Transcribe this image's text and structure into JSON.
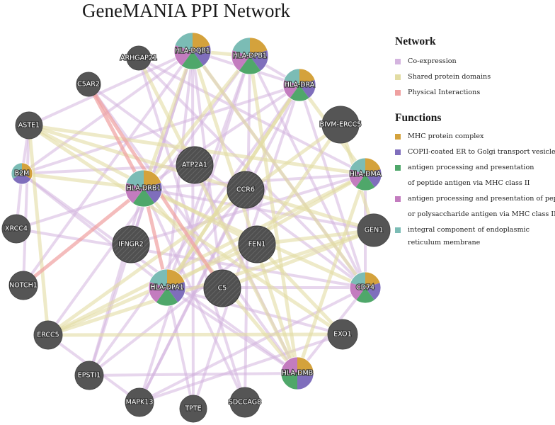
{
  "title": "GeneMANIA PPI Network",
  "colors": {
    "coexpression": "#d4b4df",
    "shared_domains": "#e2dca3",
    "physical": "#efa0a0",
    "mhc": "#d4a23c",
    "copii": "#7f6ebc",
    "antigen_peptide": "#4fa76a",
    "antigen_polysac": "#c37cbf",
    "er_membrane": "#7bbcb5",
    "node_gray": "#555555"
  },
  "legend": {
    "network_title": "Network",
    "network_items": [
      {
        "label": "Co-expression",
        "color": "#d4b4df"
      },
      {
        "label": "Shared protein domains",
        "color": "#e2dca3"
      },
      {
        "label": "Physical Interactions",
        "color": "#efa0a0"
      }
    ],
    "functions_title": "Functions",
    "function_items": [
      {
        "label": "MHC protein complex",
        "color": "#d4a23c"
      },
      {
        "label": "COPII-coated ER to Golgi transport vesicle",
        "color": "#7f6ebc"
      },
      {
        "label": "antigen processing and presentation",
        "color": "#4fa76a",
        "cont": "of peptide antigen via MHC class II"
      },
      {
        "label": "antigen processing and presentation of peptide",
        "color": "#c37cbf",
        "cont": "or polysaccharide antigen via MHC class II"
      },
      {
        "label": "integral component of endoplasmic",
        "color": "#7bbcb5",
        "cont": "reticulum membrane"
      }
    ]
  },
  "nodes": [
    {
      "id": "HLA-DQB1",
      "label": "HLA-DQB1",
      "query": false,
      "funcs": [
        "mhc",
        "copii",
        "antigen_peptide",
        "antigen_polysac",
        "er_membrane"
      ]
    },
    {
      "id": "HLA-DPB1",
      "label": "HLA-DPB1",
      "query": false,
      "funcs": [
        "mhc",
        "copii",
        "antigen_peptide",
        "antigen_polysac",
        "er_membrane"
      ]
    },
    {
      "id": "HLA-DRA",
      "label": "HLA-DRA",
      "query": false,
      "funcs": [
        "mhc",
        "copii",
        "antigen_peptide",
        "antigen_polysac",
        "er_membrane"
      ]
    },
    {
      "id": "ARHGAP21",
      "label": "ARHGAP21",
      "query": false,
      "funcs": []
    },
    {
      "id": "C5AR2",
      "label": "C5AR2",
      "query": false,
      "funcs": []
    },
    {
      "id": "BIVM-ERCC5",
      "label": "BIVM-ERCC5",
      "query": false,
      "funcs": []
    },
    {
      "id": "ASTE1",
      "label": "ASTE1",
      "query": false,
      "funcs": []
    },
    {
      "id": "ATP2A1",
      "label": "ATP2A1",
      "query": true,
      "funcs": []
    },
    {
      "id": "B2M",
      "label": "B2M",
      "query": false,
      "funcs": [
        "mhc",
        "copii",
        "er_membrane"
      ]
    },
    {
      "id": "HLA-DRB1",
      "label": "HLA-DRB1",
      "query": false,
      "funcs": [
        "mhc",
        "copii",
        "antigen_peptide",
        "antigen_polysac",
        "er_membrane"
      ]
    },
    {
      "id": "CCR6",
      "label": "CCR6",
      "query": true,
      "funcs": []
    },
    {
      "id": "HLA-DMA",
      "label": "HLA-DMA",
      "query": false,
      "funcs": [
        "mhc",
        "copii",
        "antigen_peptide",
        "antigen_polysac",
        "er_membrane"
      ]
    },
    {
      "id": "XRCC4",
      "label": "XRCC4",
      "query": false,
      "funcs": []
    },
    {
      "id": "GEN1",
      "label": "GEN1",
      "query": false,
      "funcs": []
    },
    {
      "id": "IFNGR2",
      "label": "IFNGR2",
      "query": true,
      "funcs": []
    },
    {
      "id": "FEN1",
      "label": "FEN1",
      "query": true,
      "funcs": []
    },
    {
      "id": "NOTCH1",
      "label": "NOTCH1",
      "query": false,
      "funcs": []
    },
    {
      "id": "HLA-DPA1",
      "label": "HLA-DPA1",
      "query": false,
      "funcs": [
        "mhc",
        "copii",
        "antigen_peptide",
        "antigen_polysac",
        "er_membrane"
      ]
    },
    {
      "id": "C5",
      "label": "C5",
      "query": true,
      "funcs": []
    },
    {
      "id": "CD74",
      "label": "CD74",
      "query": false,
      "funcs": [
        "mhc",
        "copii",
        "antigen_peptide",
        "antigen_polysac",
        "er_membrane"
      ]
    },
    {
      "id": "ERCC5",
      "label": "ERCC5",
      "query": false,
      "funcs": []
    },
    {
      "id": "EXO1",
      "label": "EXO1",
      "query": false,
      "funcs": []
    },
    {
      "id": "EPSTI1",
      "label": "EPSTI1",
      "query": false,
      "funcs": []
    },
    {
      "id": "HLA-DMB",
      "label": "HLA-DMB",
      "query": false,
      "funcs": [
        "mhc",
        "copii",
        "antigen_peptide",
        "antigen_polysac"
      ]
    },
    {
      "id": "MAPK13",
      "label": "MAPK13",
      "query": false,
      "funcs": []
    },
    {
      "id": "TPTE",
      "label": "TPTE",
      "query": false,
      "funcs": []
    },
    {
      "id": "SDCCAG8",
      "label": "SDCCAG8",
      "query": false,
      "funcs": []
    }
  ],
  "edges": {
    "physical": [
      [
        "C5AR2",
        "C5"
      ],
      [
        "NOTCH1",
        "HLA-DRB1"
      ],
      [
        "HLA-DRB1",
        "HLA-DPA1"
      ],
      [
        "C5AR2",
        "HLA-DRB1"
      ]
    ],
    "shared_domains": [
      [
        "ASTE1",
        "ERCC5"
      ],
      [
        "ASTE1",
        "GEN1"
      ],
      [
        "ASTE1",
        "FEN1"
      ],
      [
        "ERCC5",
        "GEN1"
      ],
      [
        "ERCC5",
        "FEN1"
      ],
      [
        "ERCC5",
        "BIVM-ERCC5"
      ],
      [
        "ERCC5",
        "EXO1"
      ],
      [
        "BIVM-ERCC5",
        "GEN1"
      ],
      [
        "BIVM-ERCC5",
        "FEN1"
      ],
      [
        "GEN1",
        "FEN1"
      ],
      [
        "EXO1",
        "FEN1"
      ],
      [
        "EXO1",
        "ASTE1"
      ],
      [
        "HLA-DQB1",
        "HLA-DPB1"
      ],
      [
        "HLA-DQB1",
        "HLA-DRB1"
      ],
      [
        "HLA-DPB1",
        "HLA-DRB1"
      ],
      [
        "HLA-DRA",
        "HLA-DMA"
      ],
      [
        "HLA-DRA",
        "HLA-DPA1"
      ],
      [
        "HLA-DMA",
        "HLA-DMB"
      ],
      [
        "HLA-DPA1",
        "HLA-DMA"
      ],
      [
        "HLA-DQB1",
        "HLA-DMB"
      ],
      [
        "HLA-DPB1",
        "HLA-DMB"
      ],
      [
        "B2M",
        "HLA-DRB1"
      ],
      [
        "ARHGAP21",
        "HLA-DMB"
      ],
      [
        "HLA-DRB1",
        "CD74"
      ],
      [
        "HLA-DPA1",
        "HLA-DRA"
      ],
      [
        "ERCC5",
        "HLA-DMA"
      ],
      [
        "ASTE1",
        "HLA-DMA"
      ],
      [
        "HLA-DRB1",
        "HLA-DMB"
      ],
      [
        "HLA-DQB1",
        "CD74"
      ],
      [
        "C5",
        "GEN1"
      ]
    ],
    "coexpression": [
      [
        "HLA-DQB1",
        "HLA-DRA"
      ],
      [
        "HLA-DQB1",
        "HLA-DPA1"
      ],
      [
        "HLA-DQB1",
        "CD74"
      ],
      [
        "HLA-DQB1",
        "B2M"
      ],
      [
        "HLA-DPB1",
        "HLA-DRA"
      ],
      [
        "HLA-DPB1",
        "CD74"
      ],
      [
        "HLA-DPB1",
        "HLA-DPA1"
      ],
      [
        "HLA-DRA",
        "CD74"
      ],
      [
        "HLA-DRA",
        "HLA-DRB1"
      ],
      [
        "HLA-DRA",
        "B2M"
      ],
      [
        "CD74",
        "HLA-DMB"
      ],
      [
        "CD74",
        "HLA-DMA"
      ],
      [
        "CD74",
        "HLA-DPA1"
      ],
      [
        "B2M",
        "HLA-DPA1"
      ],
      [
        "B2M",
        "XRCC4"
      ],
      [
        "B2M",
        "ASTE1"
      ],
      [
        "XRCC4",
        "HLA-DRB1"
      ],
      [
        "EPSTI1",
        "HLA-DRB1"
      ],
      [
        "EPSTI1",
        "HLA-DQB1"
      ],
      [
        "EPSTI1",
        "HLA-DMB"
      ],
      [
        "MAPK13",
        "HLA-DPB1"
      ],
      [
        "MAPK13",
        "HLA-DRA"
      ],
      [
        "MAPK13",
        "CD74"
      ],
      [
        "TPTE",
        "HLA-DQB1"
      ],
      [
        "TPTE",
        "HLA-DPA1"
      ],
      [
        "SDCCAG8",
        "HLA-DRB1"
      ],
      [
        "SDCCAG8",
        "ARHGAP21"
      ],
      [
        "SDCCAG8",
        "HLA-DPB1"
      ],
      [
        "ARHGAP21",
        "HLA-DMA"
      ],
      [
        "ARHGAP21",
        "CD74"
      ],
      [
        "C5AR2",
        "HLA-DMB"
      ],
      [
        "C5AR2",
        "CD74"
      ],
      [
        "NOTCH1",
        "HLA-DQB1"
      ],
      [
        "NOTCH1",
        "ASTE1"
      ],
      [
        "ERCC5",
        "HLA-DPB1"
      ],
      [
        "ERCC5",
        "MAPK13"
      ],
      [
        "GEN1",
        "HLA-DRB1"
      ],
      [
        "EXO1",
        "HLA-DPA1"
      ],
      [
        "EXO1",
        "MAPK13"
      ],
      [
        "IFNGR2",
        "HLA-DMA"
      ],
      [
        "IFNGR2",
        "HLA-DQB1"
      ],
      [
        "CCR6",
        "HLA-DPA1"
      ],
      [
        "CCR6",
        "MAPK13"
      ],
      [
        "ATP2A1",
        "HLA-DMB"
      ],
      [
        "ATP2A1",
        "B2M"
      ],
      [
        "FEN1",
        "EPSTI1"
      ],
      [
        "C5",
        "HLA-DQB1"
      ],
      [
        "XRCC4",
        "CD74"
      ],
      [
        "TPTE",
        "HLA-DRA"
      ],
      [
        "B2M",
        "HLA-DMB"
      ],
      [
        "HLA-DPA1",
        "HLA-DMB"
      ],
      [
        "HLA-DRB1",
        "HLA-DMA"
      ],
      [
        "ASTE1",
        "HLA-DQB1"
      ],
      [
        "EPSTI1",
        "HLA-DRA"
      ]
    ]
  }
}
